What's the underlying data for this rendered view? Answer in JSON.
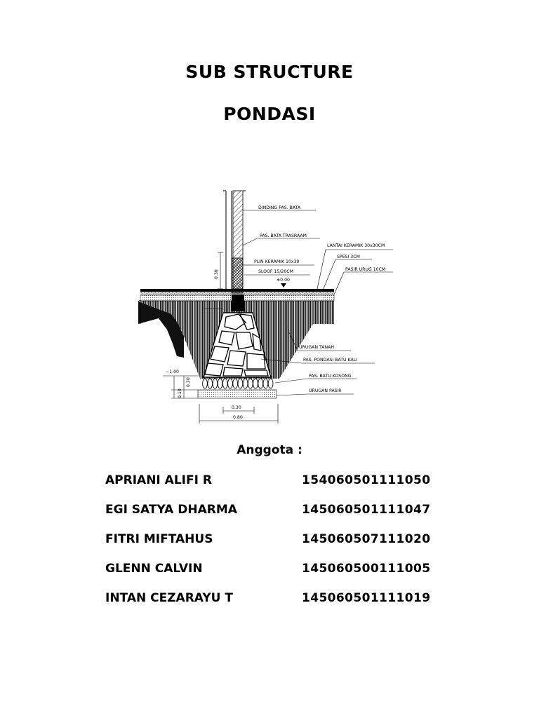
{
  "title": "SUB STRUCTURE",
  "subtitle": "PONDASI",
  "drawing": {
    "labels": {
      "dinding": "DINDING PAS. BATA",
      "trasraam": "PAS. BATA TRASRAAM",
      "lantai": "LANTAI KERAMIK 30x30CM",
      "spesi": "SPESI 3CM",
      "plin": "PLIN KERAMIK 10x30",
      "pasir_urug": "PASIR URUG 10CM",
      "sloof": "SLOOF 15/20CM",
      "level_zero": "±0.00",
      "urugan_tanah": "URUGAN TANAH",
      "pondasi": "PAS. PONDASI BATU KALI",
      "batu_kosong": "PAS. BATU KOSONG",
      "urugan_pasir": "URUGAN PASIR",
      "level_minus": "−1.00",
      "dim_030_vertical": "0.30",
      "dim_020": "0.20",
      "dim_010": "0.10",
      "dim_030_bottom": "0.30",
      "dim_080": "0.80"
    }
  },
  "members_heading": "Anggota :",
  "members": [
    {
      "name": "APRIANI ALIFI R",
      "nim": "154060501111050"
    },
    {
      "name": "EGI SATYA DHARMA",
      "nim": "145060501111047"
    },
    {
      "name": "FITRI MIFTAHUS",
      "nim": "145060507111020"
    },
    {
      "name": "GLENN CALVIN",
      "nim": "145060500111005"
    },
    {
      "name": "INTAN CEZARAYU T",
      "nim": "145060501111019"
    }
  ]
}
